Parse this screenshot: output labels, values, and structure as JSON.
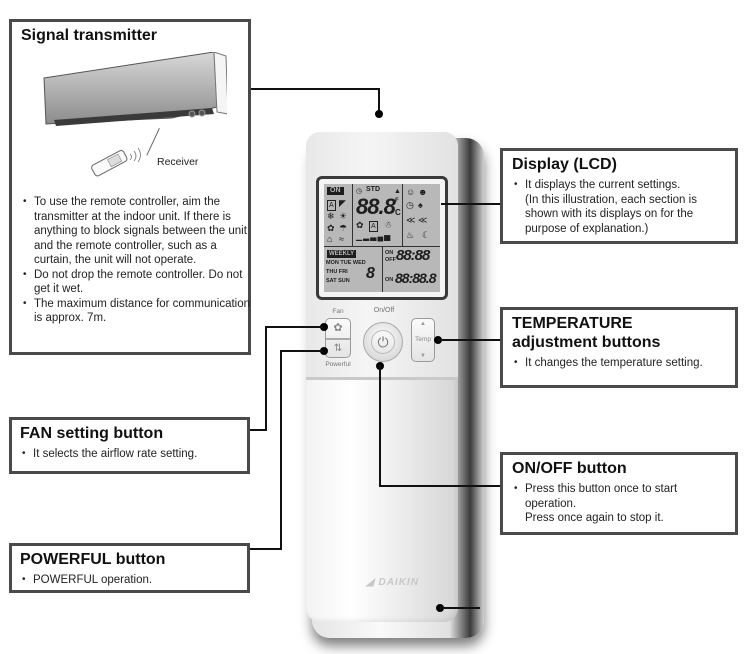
{
  "signal_transmitter": {
    "title": "Signal transmitter",
    "receiver_label": "Receiver",
    "bullets": [
      "To use the remote controller, aim the transmitter at the indoor unit. If there is anything to block signals between the unit and the remote controller, such as a curtain, the unit will not operate.",
      "Do not drop the remote controller. Do not get it wet.",
      "The maximum distance for communication is approx. 7m."
    ]
  },
  "display_lcd": {
    "title": "Display (LCD)",
    "bullet": "It displays the current settings.",
    "note": "(In this illustration, each section is shown with its displays on for the purpose of explanation.)"
  },
  "temperature_buttons": {
    "title_line1": "TEMPERATURE",
    "title_line2": "adjustment buttons",
    "bullet": "It changes the temperature setting."
  },
  "fan_button": {
    "title": "FAN setting button",
    "bullet": "It selects the airflow rate setting."
  },
  "onoff_button": {
    "title": "ON/OFF button",
    "bullet": "Press this button once to start operation.",
    "note": "Press once again to stop it."
  },
  "powerful_button": {
    "title": "POWERFUL button",
    "bullet": "POWERFUL operation."
  },
  "remote": {
    "label_fan": "Fan",
    "label_onoff": "On/Off",
    "label_powerful": "Powerful",
    "label_temp": "Temp",
    "brand": "DAIKIN",
    "lcd": {
      "on": "ON",
      "std": "STD",
      "temp_digits": "88.8",
      "unit_c": "C",
      "unit_f": "F",
      "weekly": "WEEKLY",
      "days_row1": "MON TUE WED",
      "days_row2": "THU FRI",
      "days_row3": "SAT SUN",
      "day_digit": "8",
      "timer_on": "ON",
      "timer_off": "OFF",
      "time1": "88:88",
      "time2": "88:88.8"
    }
  }
}
